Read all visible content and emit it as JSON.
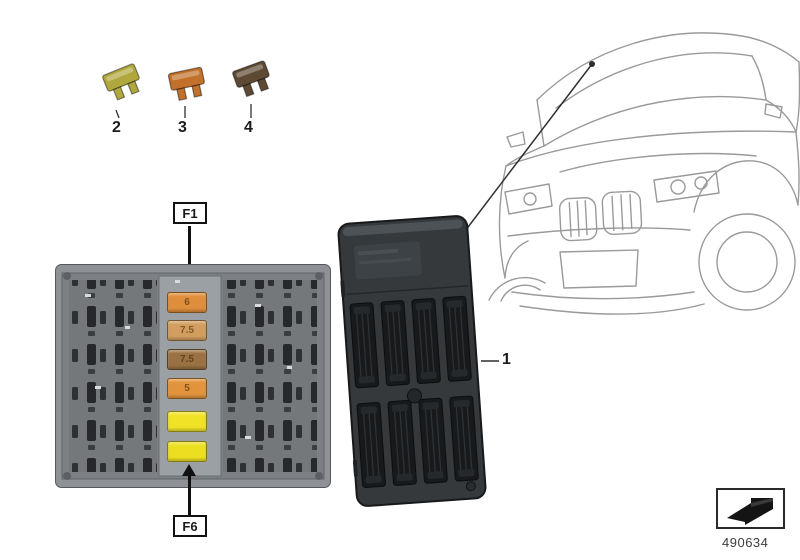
{
  "diagram": {
    "legend_fuses": [
      {
        "label": "2",
        "color": "#b0a83e"
      },
      {
        "label": "3",
        "color": "#c2702a"
      },
      {
        "label": "4",
        "color": "#5e4a33"
      }
    ],
    "fuse_carrier": {
      "top_label": "F1",
      "bottom_label": "F6",
      "fuses": [
        {
          "marking": "6",
          "color": "#df8e3b"
        },
        {
          "marking": "7.5",
          "color": "#d29e60"
        },
        {
          "marking": "7.5",
          "color": "#997142"
        },
        {
          "marking": "5",
          "color": "#e1943c"
        },
        {
          "marking": "",
          "color": "#f0e327"
        },
        {
          "marking": "",
          "color": "#ecdf22"
        }
      ]
    },
    "module_callout": "1",
    "drawing_number": "490634"
  }
}
